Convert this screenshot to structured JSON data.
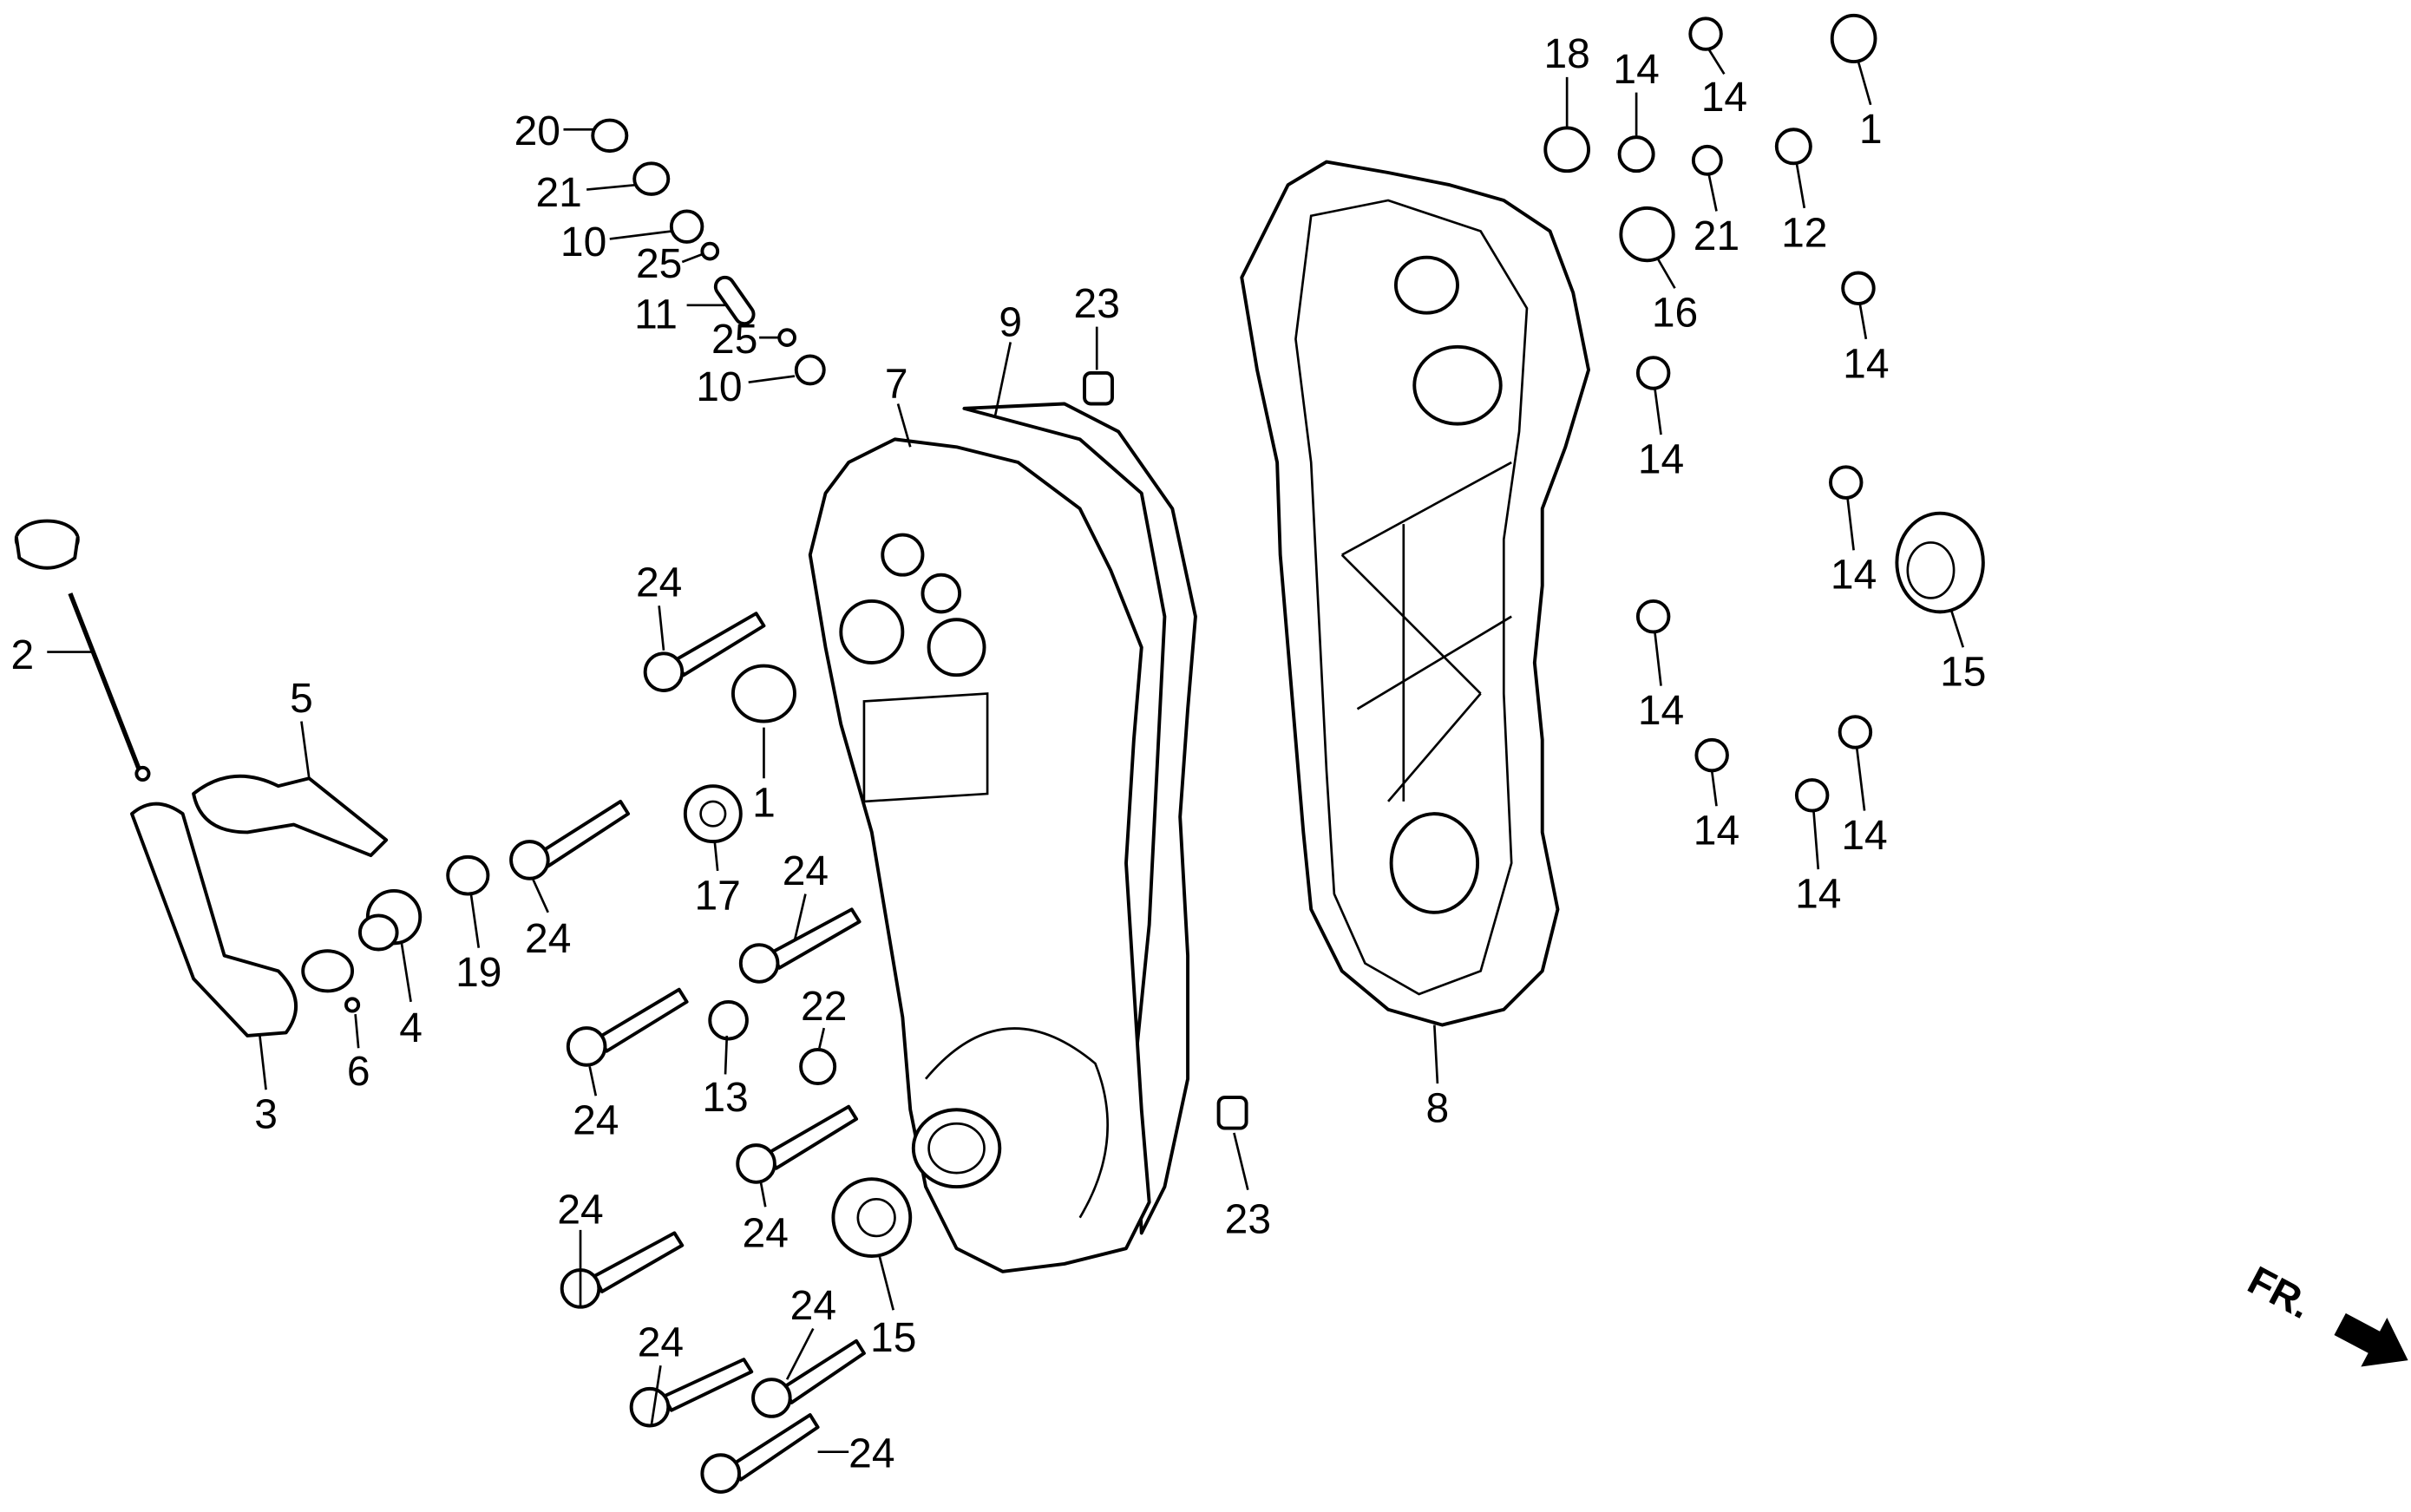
{
  "diagram": {
    "type": "exploded parts diagram",
    "callouts": [
      "20",
      "21",
      "10",
      "25",
      "11",
      "25",
      "10",
      "9",
      "23",
      "7",
      "2",
      "5",
      "24",
      "1",
      "17",
      "24",
      "19",
      "4",
      "6",
      "3",
      "24",
      "22",
      "13",
      "24",
      "24",
      "24",
      "15",
      "24",
      "24",
      "24",
      "23",
      "8",
      "18",
      "14",
      "14",
      "1",
      "21",
      "12",
      "16",
      "14",
      "14",
      "14",
      "15",
      "14",
      "14",
      "14",
      "14"
    ],
    "direction_label": "FR."
  }
}
